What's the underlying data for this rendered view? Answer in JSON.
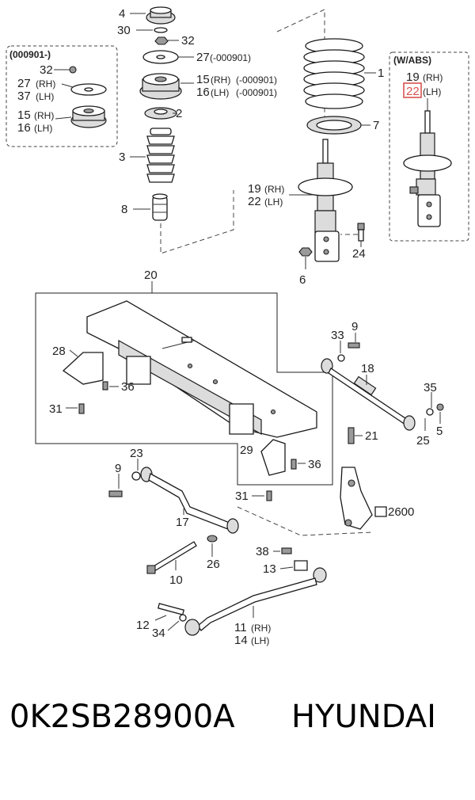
{
  "callouts": {
    "c4": "4",
    "c30": "30",
    "c32a": "32",
    "c27a": "27",
    "c27a_note": "(-000901)",
    "c15a": "15",
    "c15a_rh": "(RH)",
    "c15a_note": "(-000901)",
    "c16a": "16",
    "c16a_lh": "(LH)",
    "c16a_note": "(-000901)",
    "c2": "2",
    "c3": "3",
    "c8": "8",
    "c1": "1",
    "c7": "7",
    "c19a": "19",
    "c19a_rh": "(RH)",
    "c22a": "22",
    "c22a_lh": "(LH)",
    "c24": "24",
    "c6": "6",
    "c20": "20",
    "c28": "28",
    "c36a": "36",
    "c31a": "31",
    "c33": "33",
    "c9a": "9",
    "c18": "18",
    "c35": "35",
    "c21": "21",
    "c25": "25",
    "c5": "5",
    "c23": "23",
    "c9b": "9",
    "c17": "17",
    "c29": "29",
    "c36b": "36",
    "c31b": "31",
    "c2600": "2600",
    "c26": "26",
    "c10": "10",
    "c38": "38",
    "c13": "13",
    "c12": "12",
    "c34": "34",
    "c11": "11",
    "c11_rh": "(RH)",
    "c14": "14",
    "c14_lh": "(LH)"
  },
  "inset_left": {
    "title": "(000901-)",
    "c32": "32",
    "c27": "27",
    "c27_rh": "(RH)",
    "c37": "37",
    "c37_lh": "(LH)",
    "c15": "15",
    "c15_rh": "(RH)",
    "c16": "16",
    "c16_lh": "(LH)"
  },
  "inset_right": {
    "title": "(W/ABS)",
    "c19": "19",
    "c19_rh": "(RH)",
    "c22": "22",
    "c22_lh": "(LH)"
  },
  "highlight": {
    "part": "22",
    "color": "#d9534f"
  },
  "caption": {
    "part_number": "0K2SB28900A",
    "brand": "HYUNDAI"
  }
}
